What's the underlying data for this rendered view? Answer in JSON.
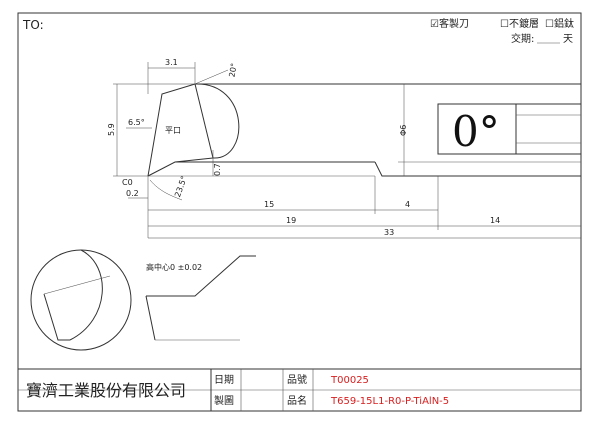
{
  "header": {
    "to_label": "TO:",
    "opt_custom": "☑客製刀",
    "opt_no_coat": "☐不鍍層",
    "opt_tialn": "☐鋁鈦",
    "delivery_prefix": "交期:",
    "delivery_suffix": "天"
  },
  "drawing": {
    "dim_top_width": "3.1",
    "dim_angle_top": "20°",
    "dim_height": "5.9",
    "dim_angle_side": "6.5°",
    "flat_label": "平口",
    "dim_c0": "C0",
    "dim_offset": "0.2",
    "dim_angle_bottom": "23.5°",
    "dim_neck": "0.7",
    "dim_diameter": "Φ6",
    "dim_len_15": "15",
    "dim_len_4": "4",
    "dim_len_19": "19",
    "dim_len_14": "14",
    "dim_len_33": "33",
    "flat_angle": "0°",
    "center_height": "高中心0 ±0.02"
  },
  "title_block": {
    "company": "寶濟工業股份有限公司",
    "date_label": "日期",
    "draw_label": "製圖",
    "part_no_label": "品號",
    "part_name_label": "品名",
    "part_no": "T00025",
    "part_name": "T659-15L1-R0-P-TiAlN-5"
  },
  "colors": {
    "line": "#333333",
    "accent": "#d81e1e"
  }
}
